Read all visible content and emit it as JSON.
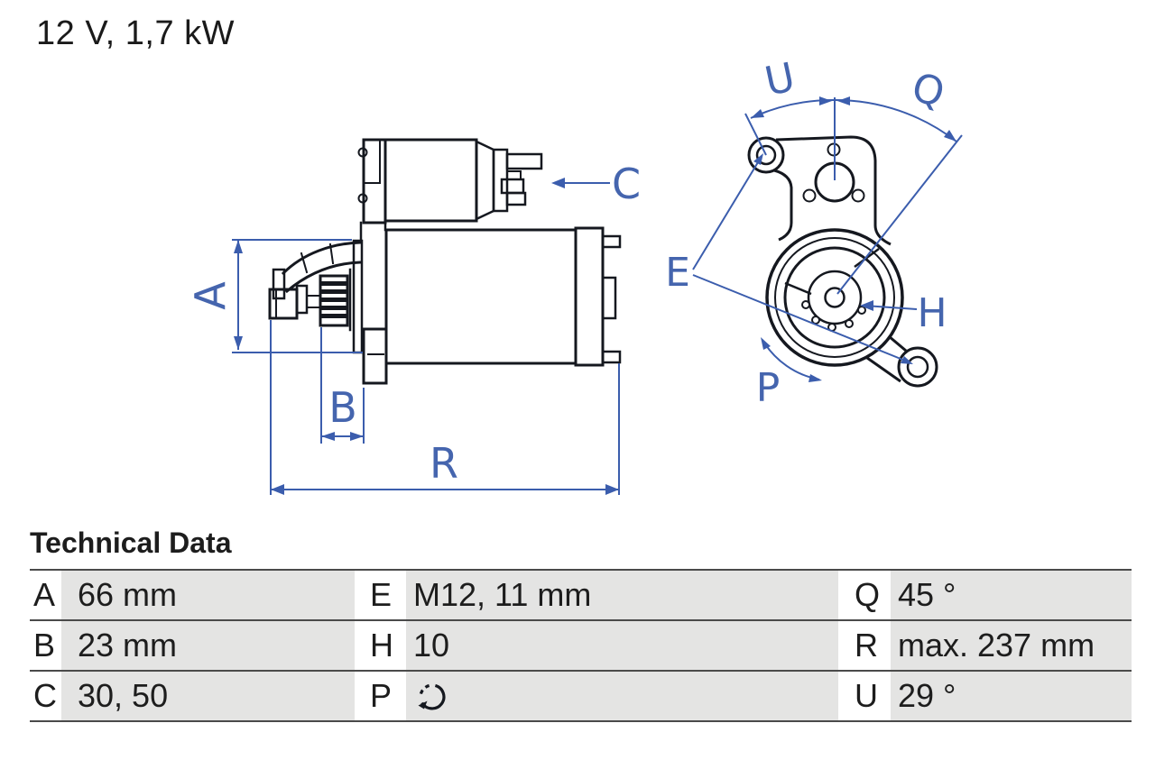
{
  "header": {
    "title": "12 V, 1,7 kW"
  },
  "diagram": {
    "description": "starter motor technical line drawing, side view and drive-end front view",
    "colors": {
      "outline": "#15181f",
      "dimension_blue": "#3b5dad",
      "label_blue": "#4565ae"
    },
    "labels": {
      "A": "A",
      "B": "B",
      "C": "C",
      "R": "R",
      "U": "U",
      "Q": "Q",
      "E": "E",
      "H": "H",
      "P": "P"
    }
  },
  "technical_data": {
    "title": "Technical Data",
    "style": {
      "cell_gray": "#e4e4e3",
      "rule_color": "#4a4a4a"
    },
    "rows": [
      {
        "c1": {
          "key": "A",
          "value": "66 mm"
        },
        "c2": {
          "key": "E",
          "value": "M12, 11 mm"
        },
        "c3": {
          "key": "Q",
          "value": "45 °"
        }
      },
      {
        "c1": {
          "key": "B",
          "value": "23 mm"
        },
        "c2": {
          "key": "H",
          "value": "10"
        },
        "c3": {
          "key": "R",
          "value": "max. 237 mm"
        }
      },
      {
        "c1": {
          "key": "C",
          "value": "30, 50"
        },
        "c2": {
          "key": "P",
          "value": "",
          "icon": "rotation-direction-icon"
        },
        "c3": {
          "key": "U",
          "value": "29 °"
        }
      }
    ]
  }
}
